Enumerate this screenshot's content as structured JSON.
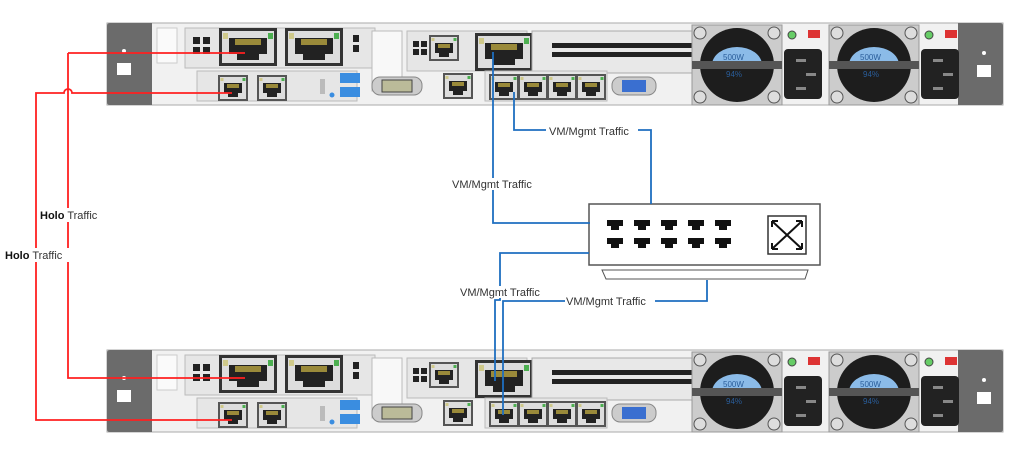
{
  "diagram": {
    "links": {
      "holo_1": {
        "bold": "Holo",
        "rest": "Traffic"
      },
      "holo_2": {
        "bold": "Holo",
        "rest": "Traffic"
      },
      "vm_top_1": "VM/Mgmt Traffic",
      "vm_top_2": "VM/Mgmt Traffic",
      "vm_bottom_1": "VM/Mgmt Traffic",
      "vm_bottom_2": "VM/Mgmt Traffic"
    },
    "psu": {
      "wattage": "500W",
      "efficiency": "94%"
    },
    "colors": {
      "holo": "#ff2020",
      "vm_mgmt": "#1f6fc0",
      "chassis": "#eeeeee",
      "ear": "#6b6b6b"
    },
    "nodes": [
      "server-top",
      "network-switch",
      "server-bottom"
    ]
  }
}
